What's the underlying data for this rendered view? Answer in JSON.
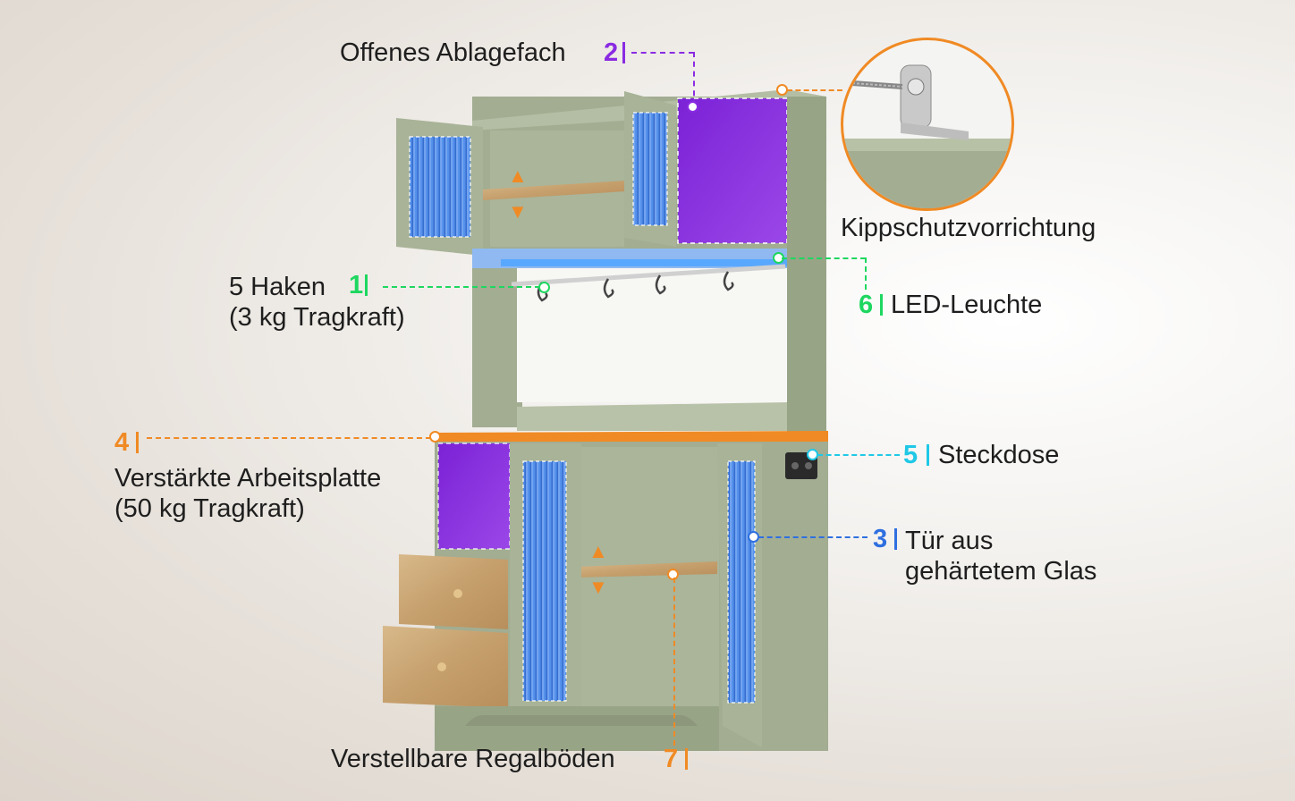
{
  "colors": {
    "orange": "#f08a24",
    "purple": "#8a2be2",
    "green": "#1ed760",
    "blue": "#2f6fe0",
    "cyan": "#1fc8e6",
    "cabinet": "#9da98c"
  },
  "labels": {
    "feature2": {
      "number": "2",
      "text": "Offenes Ablagefach"
    },
    "kipp": {
      "text": "Kippschutzvorrichtung"
    },
    "feature1": {
      "number": "1",
      "line1": "5 Haken",
      "line2": "(3 kg Tragkraft)"
    },
    "feature6": {
      "number": "6",
      "text": "LED-Leuchte"
    },
    "feature4": {
      "number": "4",
      "line1": "Verstärkte Arbeitsplatte",
      "line2": "(50 kg Tragkraft)"
    },
    "feature5": {
      "number": "5",
      "text": "Steckdose"
    },
    "feature3": {
      "number": "3",
      "line1": "Tür aus",
      "line2": "gehärtetem Glas"
    },
    "feature7": {
      "number": "7",
      "text": "Verstellbare Regalböden"
    }
  }
}
